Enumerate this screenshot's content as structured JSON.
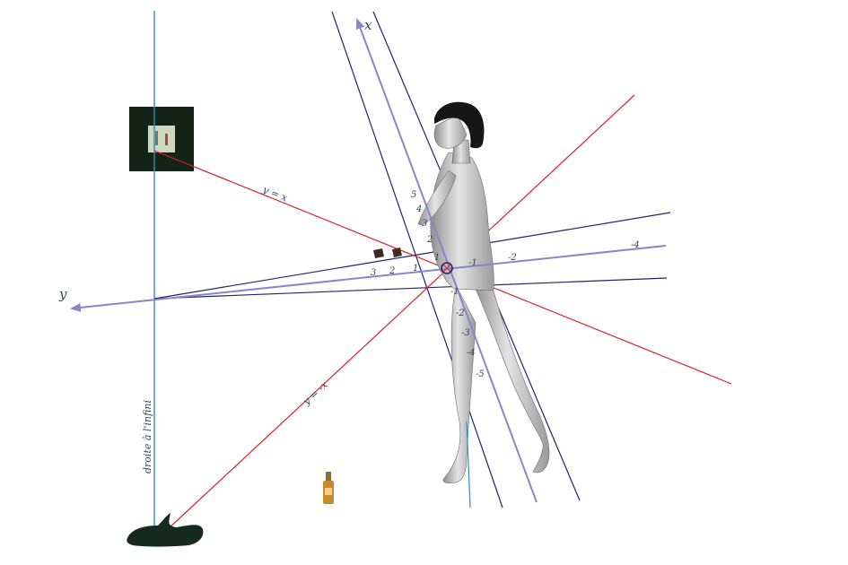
{
  "colors": {
    "vertical_line": "#2a90b8",
    "dark_line": "#24246a",
    "axis": "#8a84c8",
    "red_line": "#e01e2a",
    "label": "#2a4a5a",
    "figure": "#c4c4c4",
    "figure_shadow": "#6e6e6e",
    "hair": "#161616",
    "slipper": "#172a20",
    "frame": "#142318",
    "bottle": "#c88a2a"
  },
  "labels": {
    "axis_x": "x",
    "axis_y": "y",
    "line_y_eq_x": "y = x",
    "line_y_eq_neg_x": "y = -x",
    "vertical_caption": "droite à l'infini"
  },
  "ticks": {
    "y_axis_left": [
      "3",
      "2",
      "1"
    ],
    "y_axis_right": [
      "-1",
      "-2",
      "-4"
    ],
    "x_axis_up": [
      "1",
      "2",
      "3",
      "4",
      "5"
    ],
    "x_axis_down": [
      "-1",
      "-2",
      "-3",
      "-4",
      "-5"
    ]
  },
  "icons": {
    "framed_picture": "framed-picture-icon",
    "slipper": "slipper-icon",
    "perfume_bottle": "perfume-bottle-icon",
    "small_objects": "small-object-icon",
    "woman_figure": "woman-figure-icon",
    "origin": "origin-circle-icon"
  }
}
